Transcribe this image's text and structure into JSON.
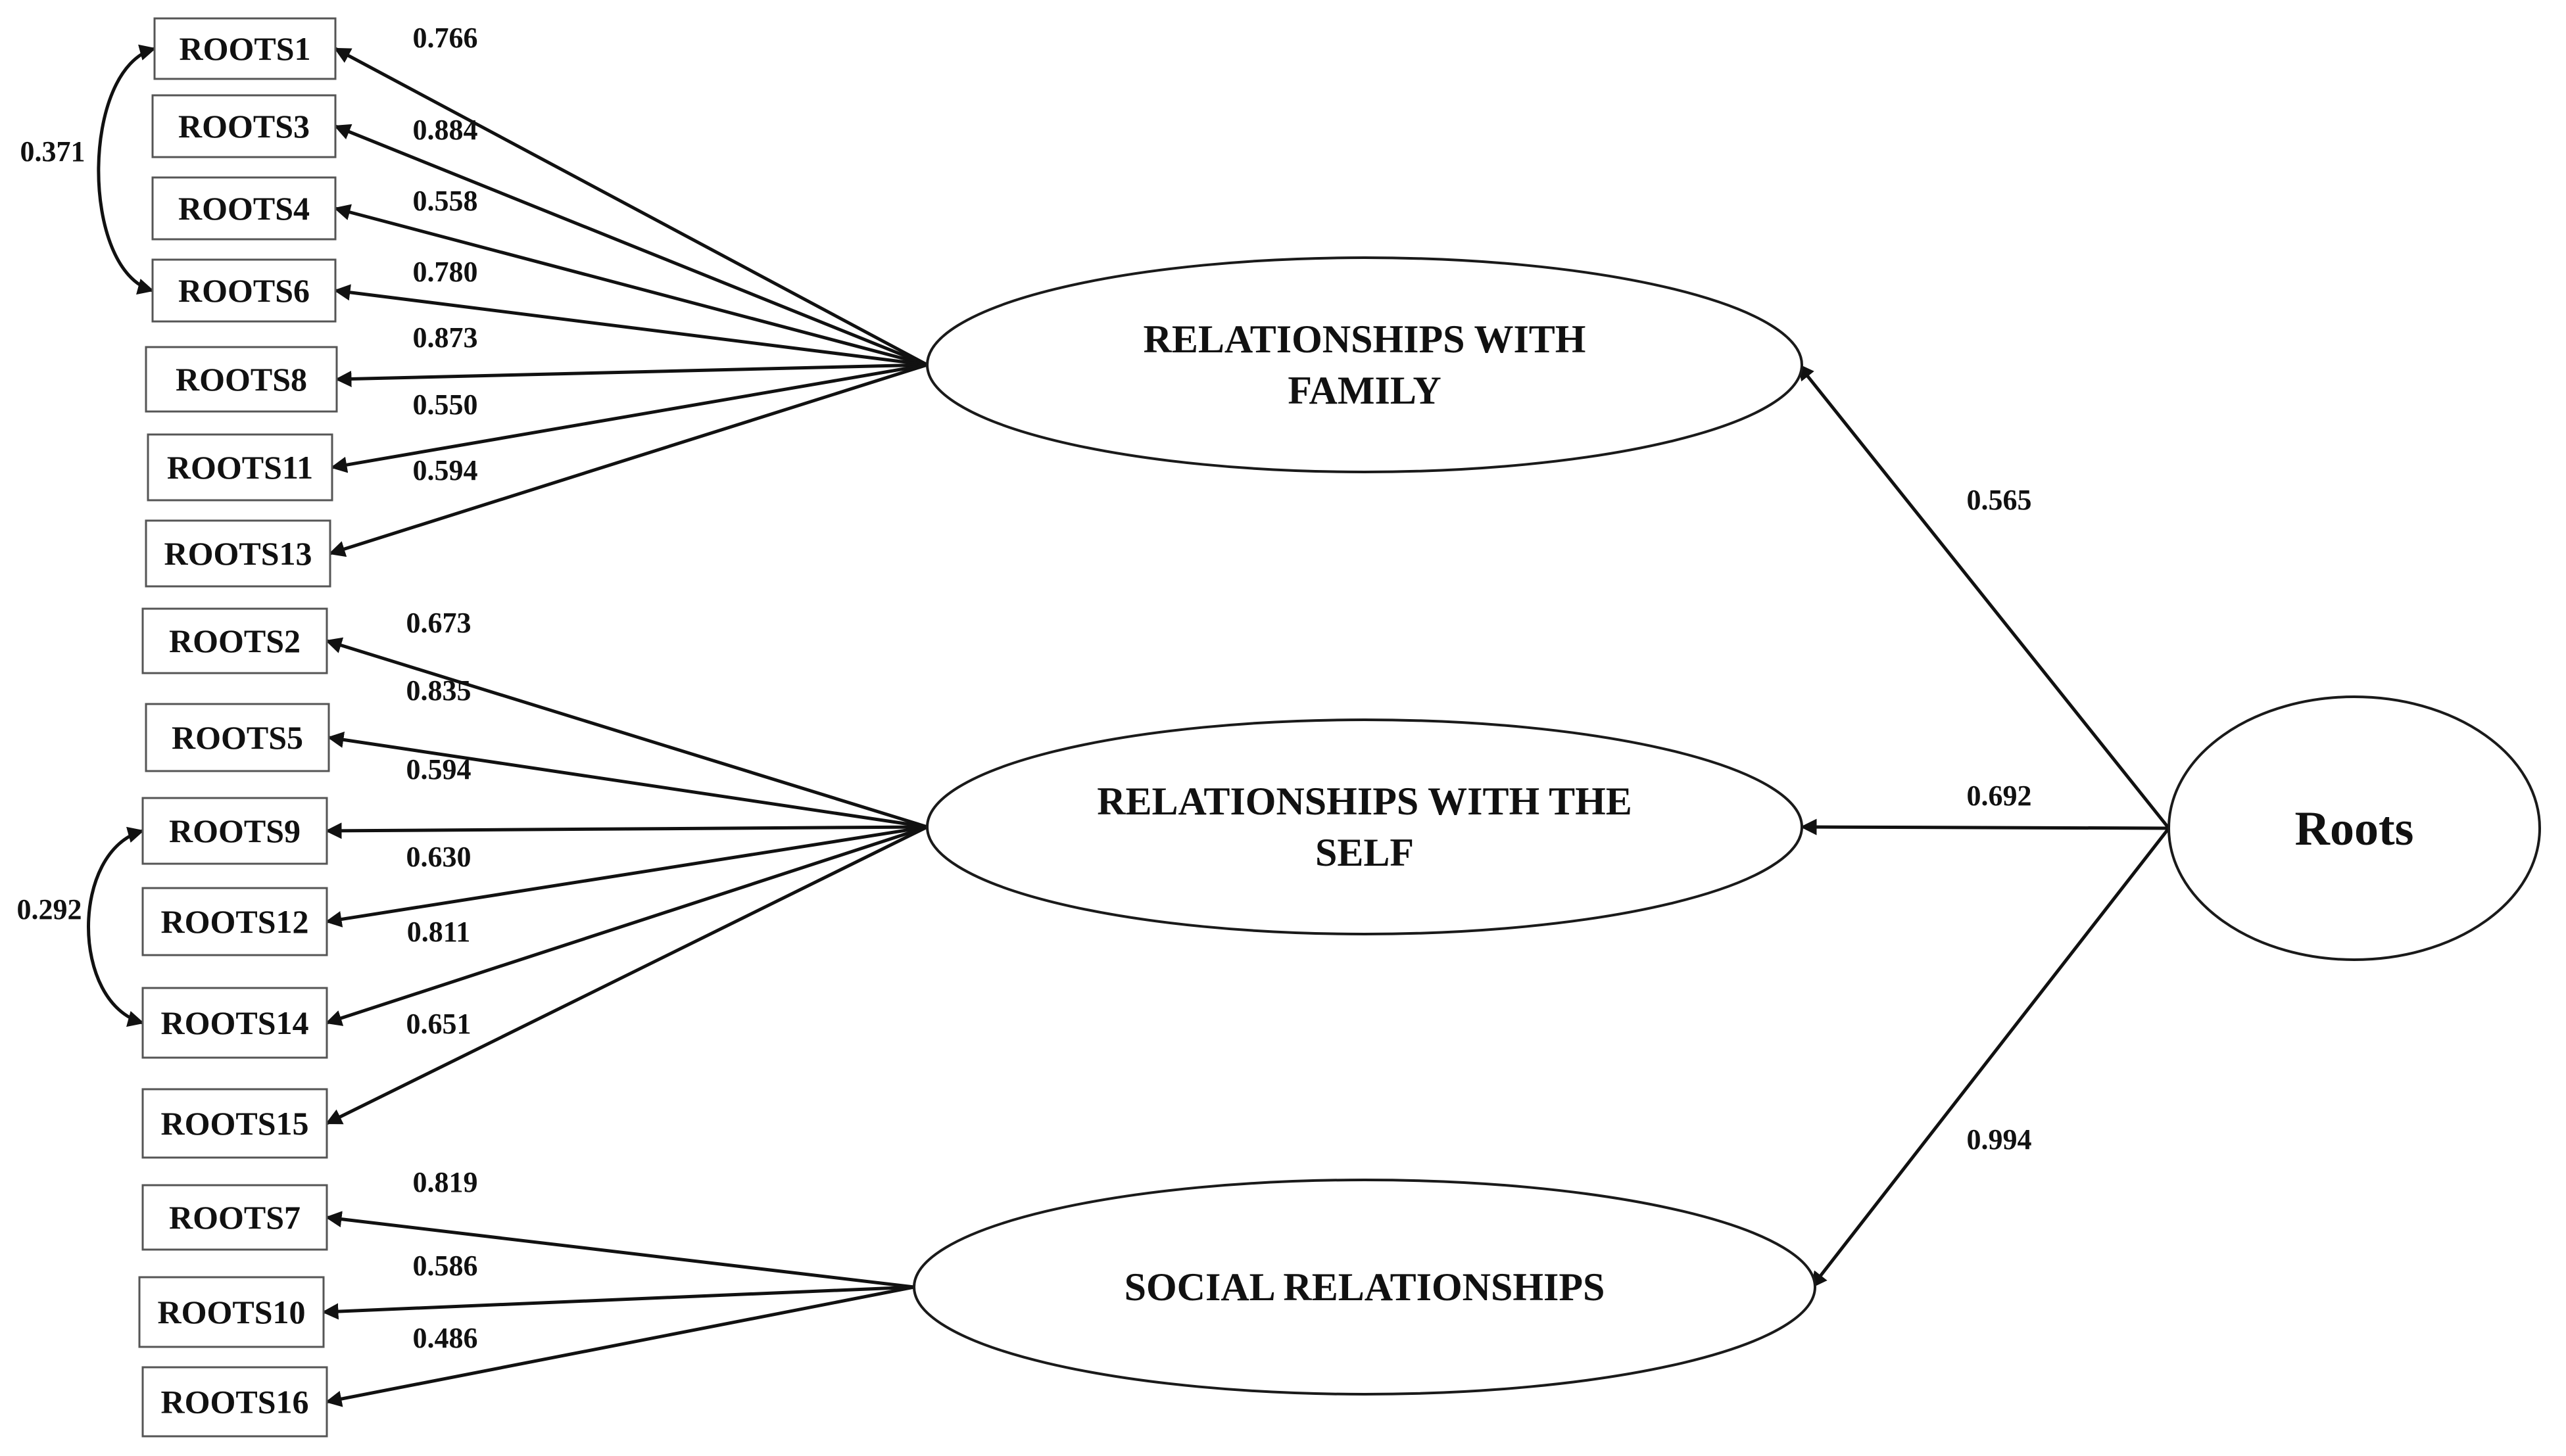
{
  "diagram": {
    "root": {
      "id": "root",
      "label": "Roots"
    },
    "latents": [
      {
        "id": "family",
        "lines": [
          "RELATIONSHIPS WITH",
          "FAMILY"
        ]
      },
      {
        "id": "self",
        "lines": [
          "RELATIONSHIPS WITH THE",
          "SELF"
        ]
      },
      {
        "id": "social",
        "lines": [
          "SOCIAL RELATIONSHIPS"
        ]
      }
    ],
    "indicators": [
      {
        "id": "r1",
        "label": "ROOTS1"
      },
      {
        "id": "r3",
        "label": "ROOTS3"
      },
      {
        "id": "r4",
        "label": "ROOTS4"
      },
      {
        "id": "r6",
        "label": "ROOTS6"
      },
      {
        "id": "r8",
        "label": "ROOTS8"
      },
      {
        "id": "r11",
        "label": "ROOTS11"
      },
      {
        "id": "r13",
        "label": "ROOTS13"
      },
      {
        "id": "r2",
        "label": "ROOTS2"
      },
      {
        "id": "r5",
        "label": "ROOTS5"
      },
      {
        "id": "r9",
        "label": "ROOTS9"
      },
      {
        "id": "r12",
        "label": "ROOTS12"
      },
      {
        "id": "r14",
        "label": "ROOTS14"
      },
      {
        "id": "r15",
        "label": "ROOTS15"
      },
      {
        "id": "r7",
        "label": "ROOTS7"
      },
      {
        "id": "r10",
        "label": "ROOTS10"
      },
      {
        "id": "r16",
        "label": "ROOTS16"
      }
    ],
    "structural_paths": [
      {
        "from": "root",
        "to": "family",
        "value": "0.565"
      },
      {
        "from": "root",
        "to": "self",
        "value": "0.692"
      },
      {
        "from": "root",
        "to": "social",
        "value": "0.994"
      }
    ],
    "loadings": [
      {
        "from": "family",
        "to": "r1",
        "value": "0.766"
      },
      {
        "from": "family",
        "to": "r3",
        "value": "0.884"
      },
      {
        "from": "family",
        "to": "r4",
        "value": "0.558"
      },
      {
        "from": "family",
        "to": "r6",
        "value": "0.780"
      },
      {
        "from": "family",
        "to": "r8",
        "value": "0.873"
      },
      {
        "from": "family",
        "to": "r11",
        "value": "0.550"
      },
      {
        "from": "family",
        "to": "r13",
        "value": "0.594"
      },
      {
        "from": "self",
        "to": "r2",
        "value": "0.673"
      },
      {
        "from": "self",
        "to": "r5",
        "value": "0.835"
      },
      {
        "from": "self",
        "to": "r9",
        "value": "0.594"
      },
      {
        "from": "self",
        "to": "r12",
        "value": "0.630"
      },
      {
        "from": "self",
        "to": "r14",
        "value": "0.811"
      },
      {
        "from": "self",
        "to": "r15",
        "value": "0.651"
      },
      {
        "from": "social",
        "to": "r7",
        "value": "0.819"
      },
      {
        "from": "social",
        "to": "r10",
        "value": "0.586"
      },
      {
        "from": "social",
        "to": "r16",
        "value": "0.486"
      }
    ],
    "covariances": [
      {
        "a": "r1",
        "b": "r6",
        "value": "0.371"
      },
      {
        "a": "r9",
        "b": "r14",
        "value": "0.292"
      }
    ]
  }
}
